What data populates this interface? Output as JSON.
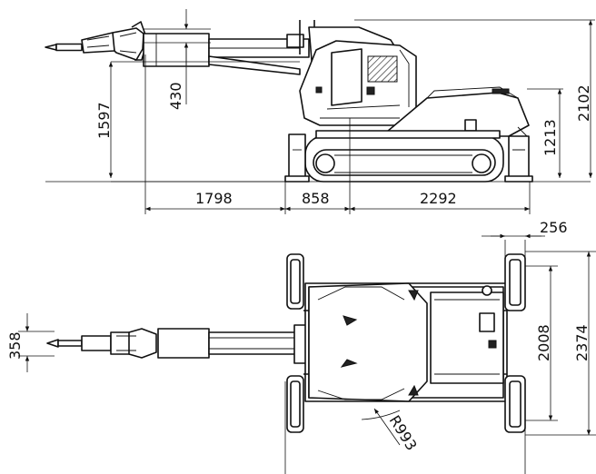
{
  "dimensions": {
    "boom_offset": "430",
    "arm_height": "1597",
    "height_to_body": "1213",
    "total_height": "2102",
    "front_reach": "1798",
    "mid_length": "858",
    "rear_length": "2292",
    "track_width": "256",
    "breaker_width": "358",
    "outrigger_inner": "2008",
    "outrigger_outer": "2374",
    "slew_radius": "R993"
  }
}
